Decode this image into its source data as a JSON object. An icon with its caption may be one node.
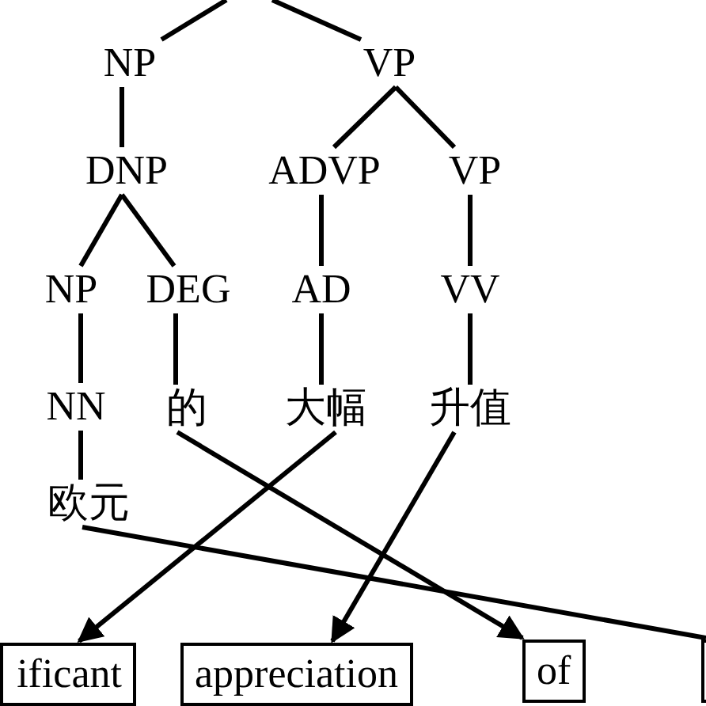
{
  "diagram": {
    "nodes": [
      {
        "text": [
          "NP"
        ]
      },
      {
        "text": [
          "VP"
        ]
      },
      {
        "text": [
          "DNP"
        ]
      },
      {
        "text": [
          "ADVP"
        ]
      },
      {
        "text": [
          "VP"
        ]
      },
      {
        "text": [
          "NP"
        ]
      },
      {
        "text": [
          "DEG"
        ]
      },
      {
        "text": [
          "AD"
        ]
      },
      {
        "text": [
          "VV"
        ]
      },
      {
        "text": [
          "NN"
        ]
      },
      {
        "text": [
          "的"
        ]
      },
      {
        "text": [
          "大幅"
        ]
      },
      {
        "text": [
          "升值"
        ]
      },
      {
        "text": [
          "欧元"
        ]
      },
      {
        "text": [
          "ificant"
        ]
      },
      {
        "text": [
          "appreciation"
        ]
      },
      {
        "text": [
          "of"
        ]
      },
      {
        "text": [],
        "shape": "box"
      }
    ],
    "edges": [
      {
        "from": null,
        "to": 0,
        "arrow": "none"
      },
      {
        "from": null,
        "to": 1,
        "arrow": "none"
      },
      {
        "from": 0,
        "to": 2,
        "arrow": "none"
      },
      {
        "from": 1,
        "to": 3,
        "arrow": "none"
      },
      {
        "from": 1,
        "to": 4,
        "arrow": "none"
      },
      {
        "from": 2,
        "to": 5,
        "arrow": "none"
      },
      {
        "from": 2,
        "to": 6,
        "arrow": "none"
      },
      {
        "from": 3,
        "to": 7,
        "arrow": "none"
      },
      {
        "from": 4,
        "to": 8,
        "arrow": "none"
      },
      {
        "from": 5,
        "to": 9,
        "arrow": "none"
      },
      {
        "from": 6,
        "to": 10,
        "arrow": "none"
      },
      {
        "from": 7,
        "to": 11,
        "arrow": "none"
      },
      {
        "from": 8,
        "to": 12,
        "arrow": "none"
      },
      {
        "from": 9,
        "to": 13,
        "arrow": "none"
      },
      {
        "from": 10,
        "to": 16,
        "arrow": "to"
      },
      {
        "from": 11,
        "to": 14,
        "arrow": "to"
      },
      {
        "from": 12,
        "to": 15,
        "arrow": "to"
      },
      {
        "from": 13,
        "to": 17,
        "arrow": "none"
      }
    ]
  }
}
